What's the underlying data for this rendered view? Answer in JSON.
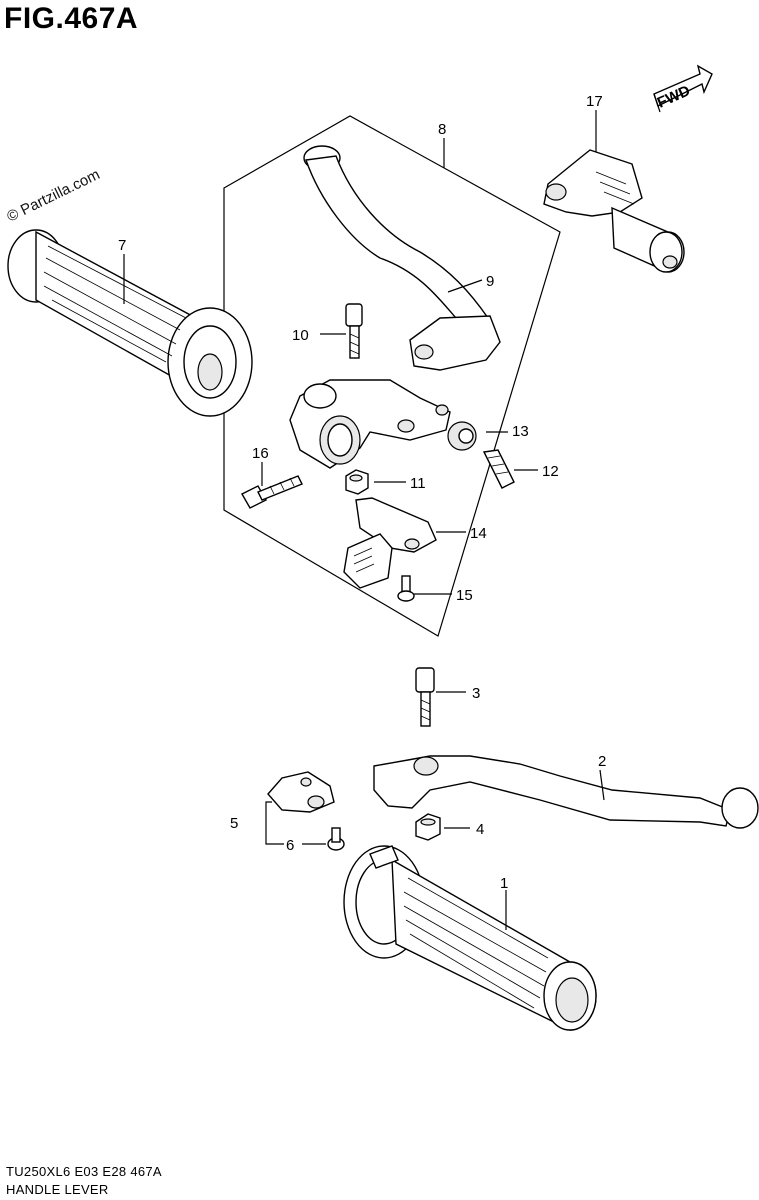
{
  "figure_title": "FIG.467A",
  "watermark": "© Partzilla.com",
  "direction_badge": "FWD",
  "footer": {
    "code": "TU250XL6  E03  E28  467A",
    "name": "HANDLE LEVER"
  },
  "callouts": [
    "1",
    "2",
    "3",
    "4",
    "5",
    "6",
    "7",
    "8",
    "9",
    "10",
    "11",
    "12",
    "13",
    "14",
    "15",
    "16",
    "17"
  ]
}
